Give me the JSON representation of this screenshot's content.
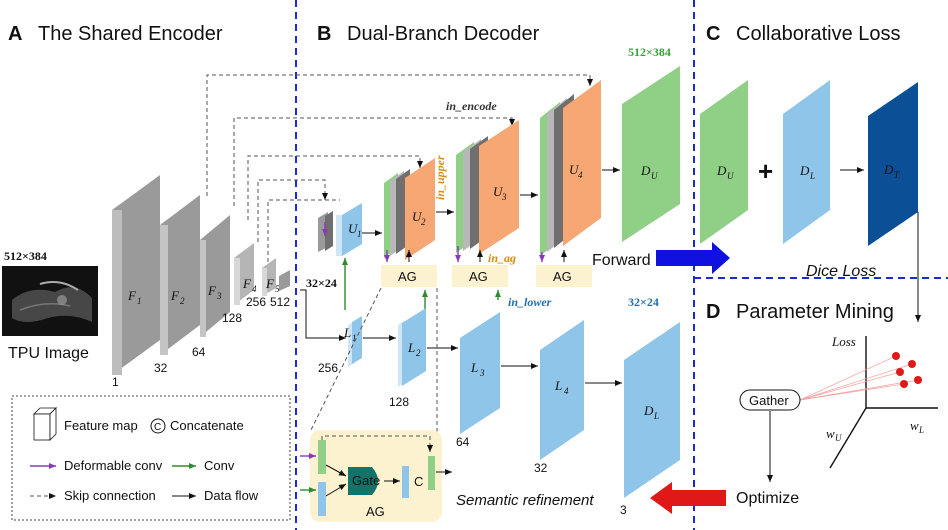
{
  "sections": {
    "a_letter": "A",
    "a_title": "The Shared Encoder",
    "b_letter": "B",
    "b_title": "Dual-Branch Decoder",
    "c_letter": "C",
    "c_title": "Collaborative Loss",
    "d_letter": "D",
    "d_title": "Parameter Mining"
  },
  "encoder": {
    "input_size": "512×384",
    "input_label": "TPU Image",
    "maps": [
      {
        "label": "F",
        "sub": "1",
        "channels": "1"
      },
      {
        "label": "F",
        "sub": "2",
        "channels": "32"
      },
      {
        "label": "F",
        "sub": "3",
        "channels": "64"
      },
      {
        "label": "F",
        "sub": "4",
        "channels": "128"
      },
      {
        "label": "F",
        "sub": "5",
        "channels": "256"
      }
    ],
    "last_channels": "512",
    "bottleneck_size": "32×24"
  },
  "decoder": {
    "upper": [
      {
        "label": "U",
        "sub": "1"
      },
      {
        "label": "U",
        "sub": "2"
      },
      {
        "label": "U",
        "sub": "3"
      },
      {
        "label": "U",
        "sub": "4"
      }
    ],
    "lower": [
      {
        "label": "L",
        "sub": "1",
        "channels": "256"
      },
      {
        "label": "L",
        "sub": "2",
        "channels": "128"
      },
      {
        "label": "L",
        "sub": "3",
        "channels": "64"
      },
      {
        "label": "L",
        "sub": "4",
        "channels": "32"
      }
    ],
    "du": {
      "label": "D",
      "sub": "U"
    },
    "dl": {
      "label": "D",
      "sub": "L",
      "channels": "3"
    },
    "ag_label": "AG",
    "in_encode": "in_encode",
    "in_upper": "in_upper",
    "in_ag": "in_ag",
    "in_lower": "in_lower",
    "size_upper": "512×384",
    "size_lower": "32×24",
    "forward": "Forward",
    "optimize": "Optimize",
    "semantic": "Semantic refinement",
    "ag_detail": {
      "gate": "Gate",
      "concat": "C",
      "title": "AG"
    }
  },
  "loss": {
    "du": {
      "label": "D",
      "sub": "U"
    },
    "plus": "+",
    "dl": {
      "label": "D",
      "sub": "L"
    },
    "dt": {
      "label": "D",
      "sub": "T"
    },
    "dice_loss": "Dice Loss"
  },
  "mining": {
    "axis_loss": "Loss",
    "axis_wu": "w",
    "axis_wu_sub": "U",
    "axis_wl": "w",
    "axis_wl_sub": "L",
    "gather": "Gather"
  },
  "legend": {
    "feature_map": "Feature map",
    "concat_symbol": "C",
    "concatenate": "Concatenate",
    "deformable": "Deformable conv",
    "conv": "Conv",
    "skip": "Skip connection",
    "data_flow": "Data flow"
  },
  "colors": {
    "green": "#8fcf86",
    "blue": "#8ec5e8",
    "orange": "#f6a774",
    "navy": "#0b4f96",
    "gray": "#8a8a8a",
    "ag_fill": "#fdf2d0",
    "divider": "#1a2ad6",
    "forward_arrow": "#1010e0",
    "optimize_arrow": "#e01818",
    "gate_fill": "#13726a"
  }
}
